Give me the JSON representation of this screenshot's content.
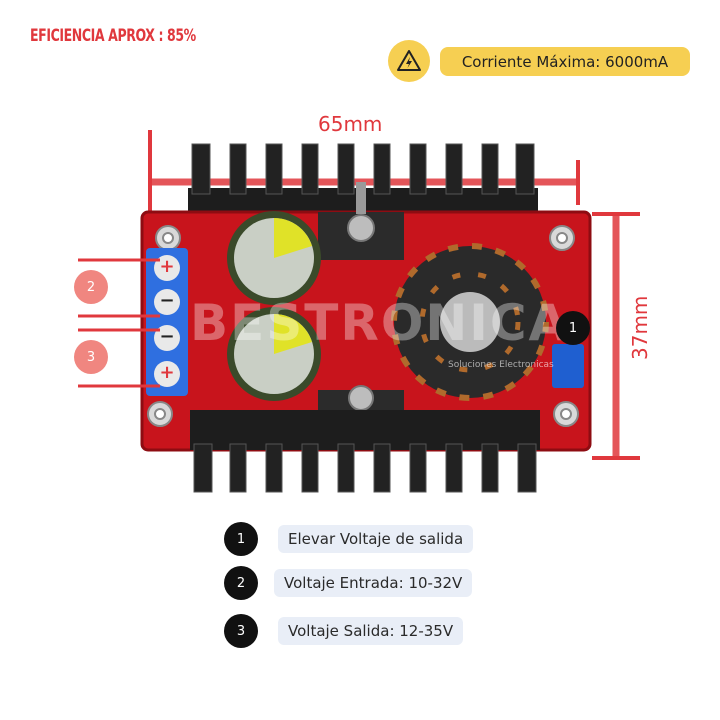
{
  "header": {
    "efficiency": "EFICIENCIA APROX : 85%",
    "max_current": "Corriente Máxima: 6000mA"
  },
  "dimensions": {
    "width": "65mm",
    "height": "37mm"
  },
  "board": {
    "watermark": "BESTRONICA",
    "watermark_sub": "Soluciones Electronicas",
    "terminal_signs": [
      "+",
      "−",
      "−",
      "+"
    ]
  },
  "callouts": {
    "marker_1": "1",
    "marker_2": "2",
    "marker_3": "3"
  },
  "legend": [
    {
      "num": "1",
      "label": "Elevar Voltaje de salida"
    },
    {
      "num": "2",
      "label": "Voltaje Entrada: 10-32V"
    },
    {
      "num": "3",
      "label": "Voltaje Salida: 12-35V"
    }
  ],
  "colors": {
    "accent_red": "#e0383d",
    "warning_yellow": "#f6cf52",
    "pcb_red": "#c8141c",
    "heatsink": "#1a1a1a"
  }
}
